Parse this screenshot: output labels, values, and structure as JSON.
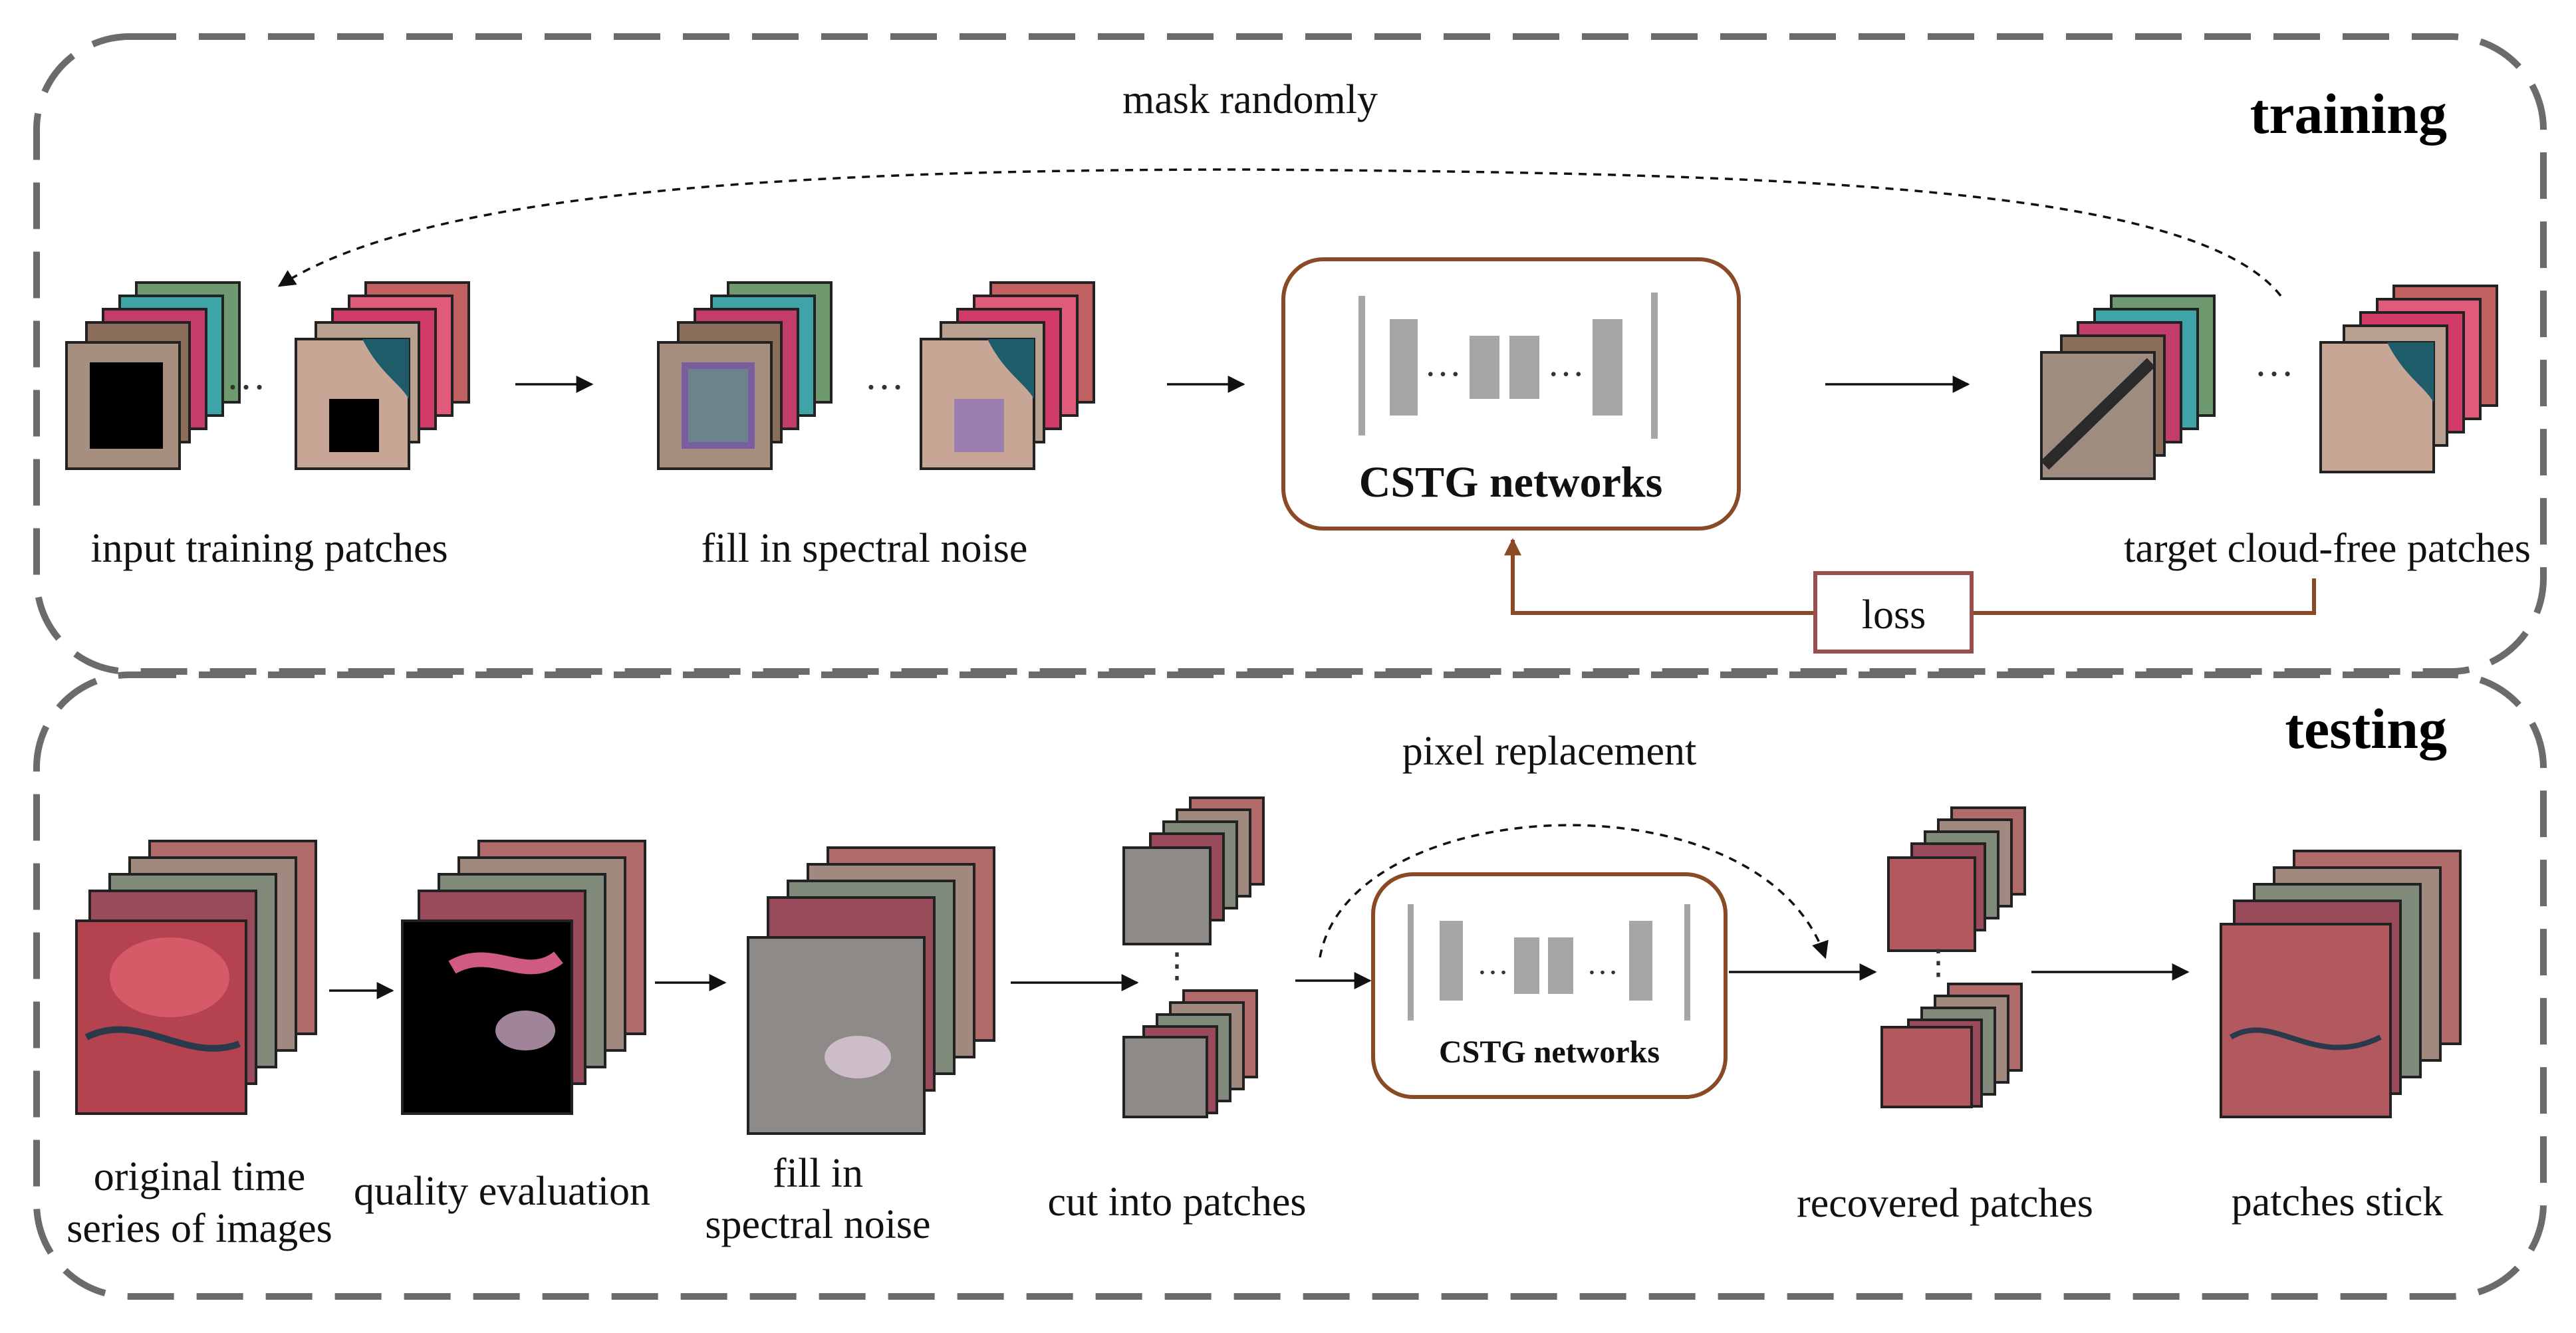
{
  "training": {
    "title": "training",
    "mask_label": "mask randomly",
    "input_label": "input training patches",
    "noise_label": "fill in spectral noise",
    "network_label": "CSTG networks",
    "target_label": "target cloud-free patches",
    "loss_label": "loss"
  },
  "testing": {
    "title": "testing",
    "replace_label": "pixel replacement",
    "original_line1": "original time",
    "original_line2": "series of images",
    "quality_label": "quality evaluation",
    "noise_line1": "fill in",
    "noise_line2": "spectral noise",
    "cut_label": "cut into patches",
    "network_label": "CSTG networks",
    "recovered_label": "recovered patches",
    "stick_label": "patches stick"
  },
  "colors": {
    "dashed_border": "#6b6b6b",
    "network_border": "#8a4a25",
    "loss_border": "#9a4d4d",
    "layer_fill": "#a6a6a6"
  }
}
